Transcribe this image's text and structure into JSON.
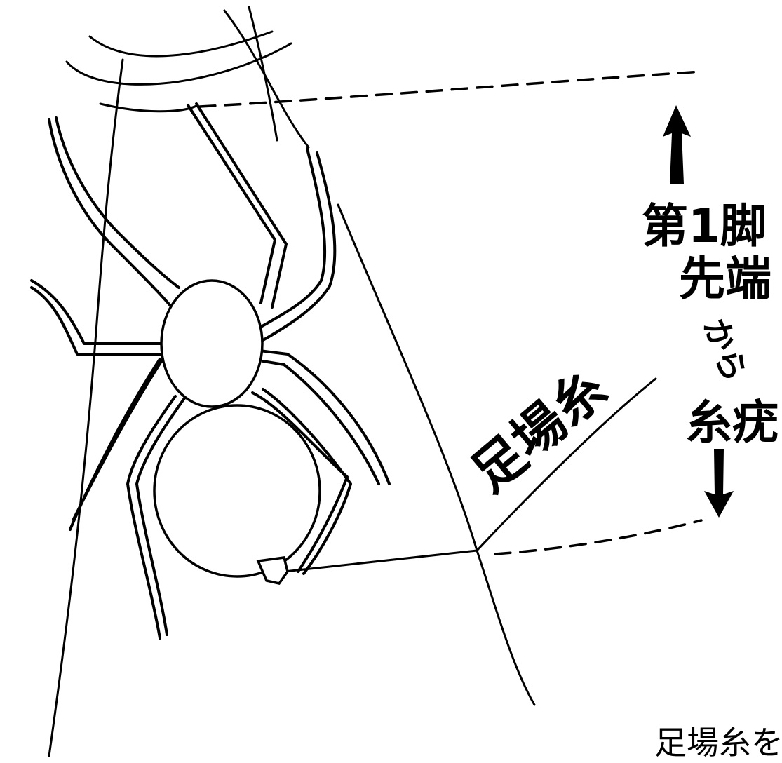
{
  "labels": {
    "scaffold_thread": "足場糸",
    "distance_label": [
      "第1脚",
      "先端",
      "から",
      "糸疣"
    ],
    "caption": "足場糸を張"
  },
  "colors": {
    "ink": "#000000",
    "paper": "#ffffff"
  }
}
